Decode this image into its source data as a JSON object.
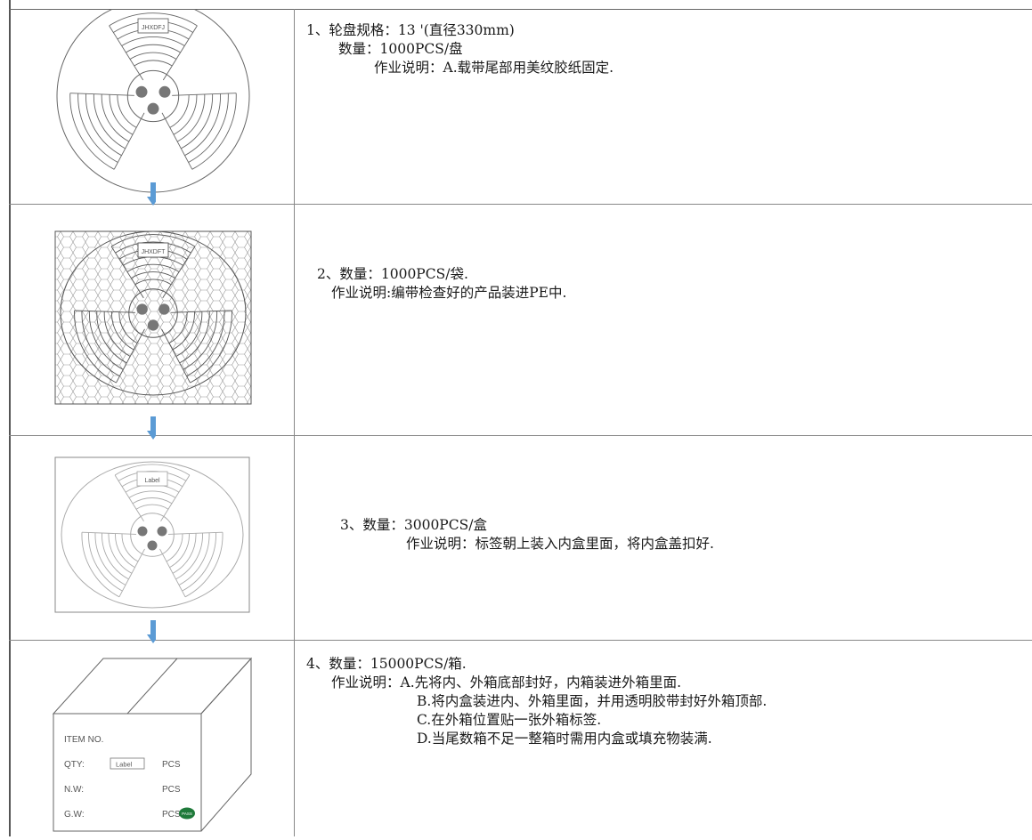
{
  "steps": [
    {
      "title": "1、轮盘规格：13 '(直径330mm)",
      "lines": [
        "数量：1000PCS/盘",
        "作业说明：A.载带尾部用美纹胶纸固定."
      ],
      "reel_label": "JHXDFJ"
    },
    {
      "title": "2、数量：1000PCS/袋.",
      "lines": [
        "作业说明:编带检查好的产品装进PE中."
      ],
      "reel_label": "JHXDFT"
    },
    {
      "title": "3、数量：3000PCS/盒",
      "lines": [
        "作业说明：标签朝上装入内盒里面，将内盒盖扣好."
      ],
      "reel_label": "Label"
    },
    {
      "title": "4、数量：15000PCS/箱.",
      "lines": [
        "作业说明：A.先将内、外箱底部封好，内箱装进外箱里面.",
        "B.将内盒装进内、外箱里面，并用透明胶带封好外箱顶部.",
        "C.在外箱位置贴一张外箱标签.",
        "D.当尾数箱不足一整箱时需用内盒或填充物装满."
      ]
    }
  ],
  "box_label": {
    "item_no": "ITEM NO.",
    "qty": "QTY:",
    "qty_box": "Label",
    "nw": "N.W:",
    "gw": "G.W:",
    "pcs": "PCS",
    "badge": "PASS"
  },
  "colors": {
    "arrow": "#5b9bd5",
    "badge": "#1f7a3a"
  }
}
